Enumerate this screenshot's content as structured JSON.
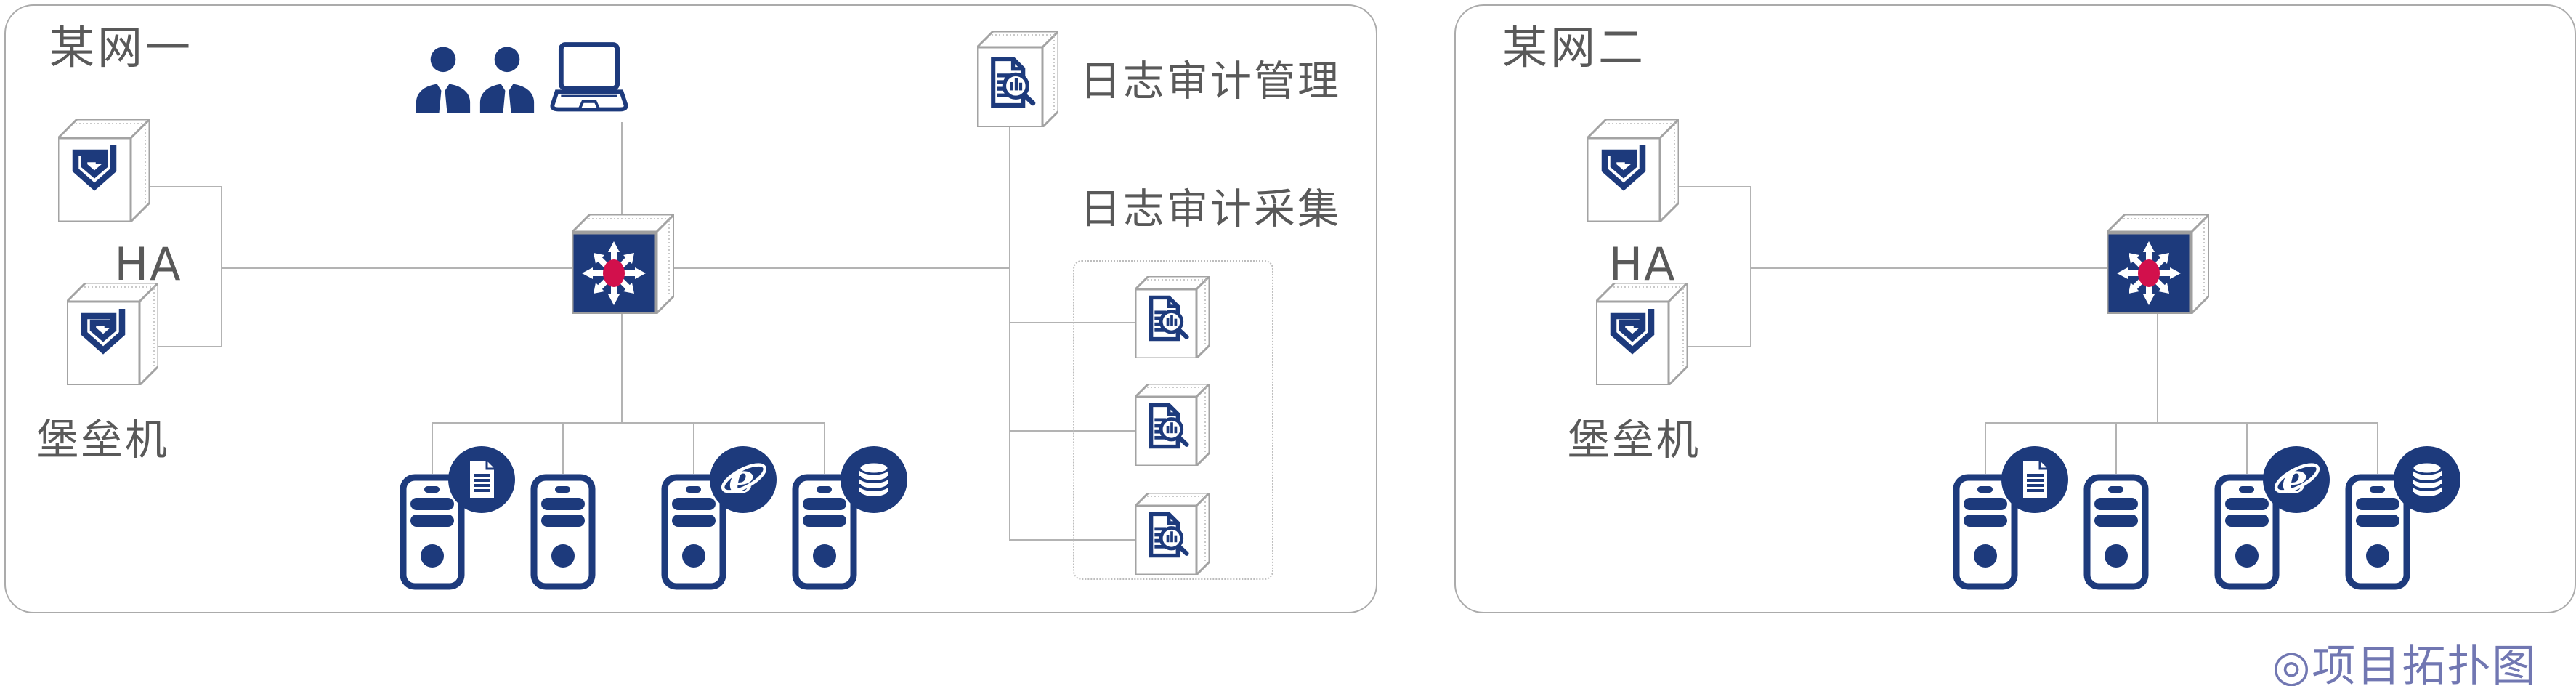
{
  "panels": {
    "left": {
      "title": "某网一",
      "ha_label": "HA",
      "bastion_label": "堡垒机",
      "log_audit_manage_label": "日志审计管理",
      "log_audit_collect_label": "日志审计采集",
      "server_badges": [
        "document",
        "none",
        "ie-browser",
        "database"
      ],
      "devices": [
        "bastion-host",
        "bastion-host",
        "user",
        "user",
        "laptop",
        "switch",
        "server-file",
        "server",
        "server-web",
        "server-database",
        "log-audit-manager",
        "log-audit-collector",
        "log-audit-collector",
        "log-audit-collector"
      ]
    },
    "right": {
      "title": "某网二",
      "ha_label": "HA",
      "bastion_label": "堡垒机",
      "server_badges": [
        "document",
        "none",
        "ie-browser",
        "database"
      ],
      "devices": [
        "bastion-host",
        "bastion-host",
        "switch",
        "server-file",
        "server",
        "server-web",
        "server-database"
      ]
    }
  },
  "footer": {
    "caption": "◎项目拓扑图"
  },
  "colors": {
    "navy": "#1d3a7c",
    "red": "#d2104c",
    "line": "#b3b3b3",
    "panel_border": "#ababab",
    "box_border": "#a3a3a3",
    "title_text": "#595959",
    "footer_text": "#7177b2"
  }
}
